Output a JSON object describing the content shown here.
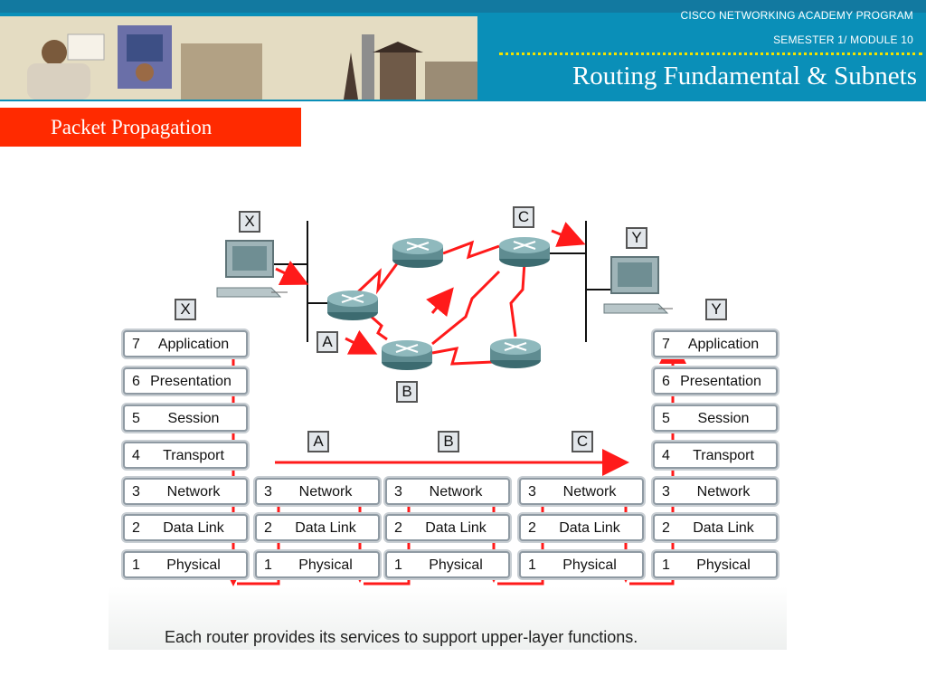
{
  "header": {
    "program": "CISCO NETWORKING ACADEMY PROGRAM",
    "semester": "SEMESTER 1/ MODULE 10",
    "title": "Routing Fundamental & Subnets"
  },
  "section_title": "Packet Propagation",
  "diagram": {
    "host_left_label": "X",
    "host_right_label": "Y",
    "router_labels": [
      "A",
      "B",
      "C"
    ],
    "stack_left_label": "X",
    "stack_right_label": "Y",
    "host_stack": [
      {
        "num": "7",
        "name": "Application"
      },
      {
        "num": "6",
        "name": "Presentation"
      },
      {
        "num": "5",
        "name": "Session"
      },
      {
        "num": "4",
        "name": "Transport"
      },
      {
        "num": "3",
        "name": "Network"
      },
      {
        "num": "2",
        "name": "Data Link"
      },
      {
        "num": "1",
        "name": "Physical"
      }
    ],
    "router_stack": [
      {
        "num": "3",
        "name": "Network"
      },
      {
        "num": "2",
        "name": "Data Link"
      },
      {
        "num": "1",
        "name": "Physical"
      }
    ],
    "flow_labels": [
      "A",
      "B",
      "C"
    ]
  },
  "caption": "Each router provides its services to support upper-layer functions.",
  "colors": {
    "header_bg": "#0a8fb8",
    "section_bg": "#ff2a00",
    "arrow": "#ff1a1a",
    "router": "#5f8c91"
  }
}
